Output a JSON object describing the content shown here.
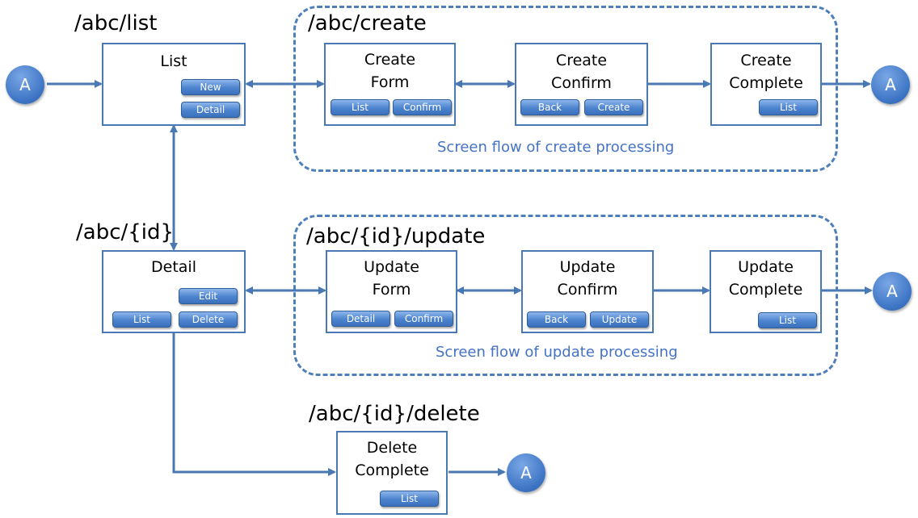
{
  "connector": "A",
  "groups": {
    "create": {
      "caption": "Screen flow of create processing"
    },
    "update": {
      "caption": "Screen flow of update processing"
    }
  },
  "paths": {
    "list": "/abc/list",
    "create": "/abc/create",
    "detail": "/abc/{id}",
    "update": "/abc/{id}/update",
    "delete": "/abc/{id}/delete"
  },
  "screens": {
    "list": {
      "title": "List",
      "buttons": [
        "New",
        "Detail"
      ]
    },
    "create_form": {
      "title": "Create\nForm",
      "buttons": [
        "List",
        "Confirm"
      ]
    },
    "create_confirm": {
      "title": "Create\nConfirm",
      "buttons": [
        "Back",
        "Create"
      ]
    },
    "create_complete": {
      "title": "Create\nComplete",
      "buttons": [
        "List"
      ]
    },
    "detail": {
      "title": "Detail",
      "buttons": [
        "Edit",
        "List",
        "Delete"
      ]
    },
    "update_form": {
      "title": "Update\nForm",
      "buttons": [
        "Detail",
        "Confirm"
      ]
    },
    "update_confirm": {
      "title": "Update\nConfirm",
      "buttons": [
        "Back",
        "Update"
      ]
    },
    "update_complete": {
      "title": "Update\nComplete",
      "buttons": [
        "List"
      ]
    },
    "delete_complete": {
      "title": "Delete\nComplete",
      "buttons": [
        "List"
      ]
    }
  }
}
